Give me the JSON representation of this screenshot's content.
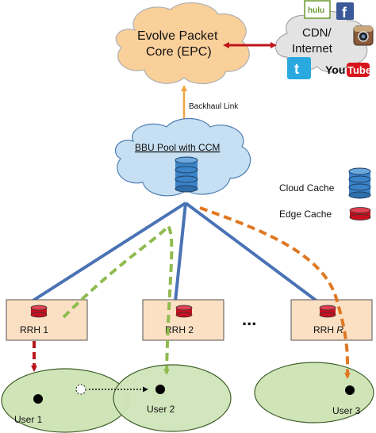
{
  "diagram": {
    "epc": {
      "line1": "Evolve Packet",
      "line2": "Core (EPC)"
    },
    "cdn": {
      "line1": "CDN/",
      "line2": "Internet"
    },
    "services": {
      "hulu": "hulu",
      "facebook": "f",
      "twitter": "t",
      "youtube_you": "You",
      "youtube_tube": "Tube"
    },
    "backhaul_label": "Backhaul Link",
    "bbu_label": "BBU Pool with CCM",
    "legend": {
      "cloud_cache": "Cloud Cache",
      "edge_cache": "Edge Cache"
    },
    "rrh": [
      "RRH 1",
      "RRH 2"
    ],
    "rrh_last_prefix": "RRH",
    "rrh_last_index": "R",
    "ellipsis": "...",
    "users": [
      "User 1",
      "User 2",
      "User 3"
    ],
    "colors": {
      "cloud_fill": "#f9cf9a",
      "bbu_cloud_fill": "#c7dff2",
      "cdn_fill": "#e3e3e3",
      "rrh_fill": "#fbe0c4",
      "cell_fill": "#cfe5b8",
      "cell_stroke": "#3f5f2a",
      "link_blue": "#4a73b5",
      "green_dash": "#8fbb4f",
      "orange_dash": "#e07822",
      "red_dash": "#b8171c",
      "backhaul": "#f2a541",
      "epc_cdn_arrow": "#c0141b",
      "cloud_cache": "#3c83c7",
      "edge_cache": "#c7101f"
    }
  }
}
